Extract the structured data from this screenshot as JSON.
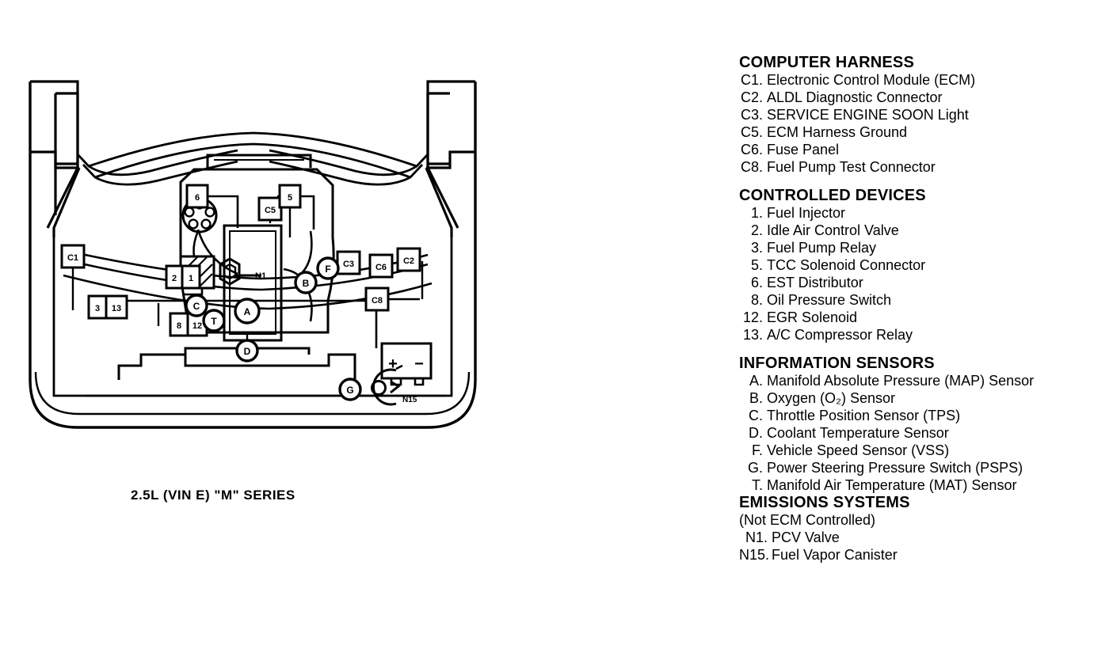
{
  "diagram": {
    "caption": "2.5L (VIN E) \"M\" SERIES",
    "box_labels": {
      "c1": "C1",
      "c2": "C2",
      "c3": "C3",
      "c5": "C5",
      "c6": "C6",
      "c8": "C8",
      "d1": "1",
      "d2": "2",
      "d3": "3",
      "d5": "5",
      "d6": "6",
      "d8": "8",
      "d12": "12",
      "d13": "13"
    },
    "circle_labels": {
      "a": "A",
      "b": "B",
      "c": "C",
      "d": "D",
      "f": "F",
      "g": "G",
      "t": "T"
    },
    "text_labels": {
      "n1": "N1",
      "n15": "N15"
    },
    "battery": {
      "positive": "+",
      "negative": "−"
    }
  },
  "legend": {
    "sections": [
      {
        "heading": "COMPUTER HARNESS",
        "key_width": "key-w-wide",
        "items": [
          {
            "key": "C1.",
            "text": "Electronic Control Module (ECM)"
          },
          {
            "key": "C2.",
            "text": "ALDL Diagnostic Connector"
          },
          {
            "key": "C3.",
            "text": "SERVICE ENGINE SOON Light"
          },
          {
            "key": "C5.",
            "text": "ECM Harness Ground"
          },
          {
            "key": "C6.",
            "text": "Fuse Panel"
          },
          {
            "key": "C8.",
            "text": "Fuel Pump Test Connector"
          }
        ]
      },
      {
        "heading": "CONTROLLED DEVICES",
        "key_width": "key-w-num",
        "items": [
          {
            "key": "1.",
            "text": "Fuel Injector"
          },
          {
            "key": "2.",
            "text": "Idle Air Control Valve"
          },
          {
            "key": "3.",
            "text": "Fuel Pump Relay"
          },
          {
            "key": "5.",
            "text": "TCC Solenoid Connector"
          },
          {
            "key": "6.",
            "text": "EST Distributor"
          },
          {
            "key": "8.",
            "text": "Oil Pressure Switch"
          },
          {
            "key": "12.",
            "text": "EGR Solenoid"
          },
          {
            "key": "13.",
            "text": "A/C Compressor Relay"
          }
        ]
      },
      {
        "heading": "INFORMATION SENSORS",
        "key_width": "key-w-wide",
        "items": [
          {
            "key": "A.",
            "text": "Manifold Absolute Pressure (MAP) Sensor"
          },
          {
            "key": "B.",
            "text": "Oxygen (O₂) Sensor"
          },
          {
            "key": "C.",
            "text": "Throttle Position Sensor (TPS)"
          },
          {
            "key": "D.",
            "text": "Coolant Temperature Sensor"
          },
          {
            "key": "F.",
            "text": "Vehicle Speed Sensor (VSS)"
          },
          {
            "key": "G.",
            "text": "Power Steering Pressure Switch (PSPS)"
          },
          {
            "key": "T.",
            "text": "Manifold Air Temperature (MAT) Sensor"
          }
        ]
      },
      {
        "heading": "EMISSIONS SYSTEMS",
        "subheading": "(Not ECM Controlled)",
        "key_width": "key-w-n",
        "items": [
          {
            "key": "N1.",
            "text": "PCV Valve"
          },
          {
            "key": "N15.",
            "text": "Fuel Vapor Canister"
          }
        ]
      }
    ]
  },
  "colors": {
    "ink": "#000000",
    "paper": "#ffffff"
  }
}
